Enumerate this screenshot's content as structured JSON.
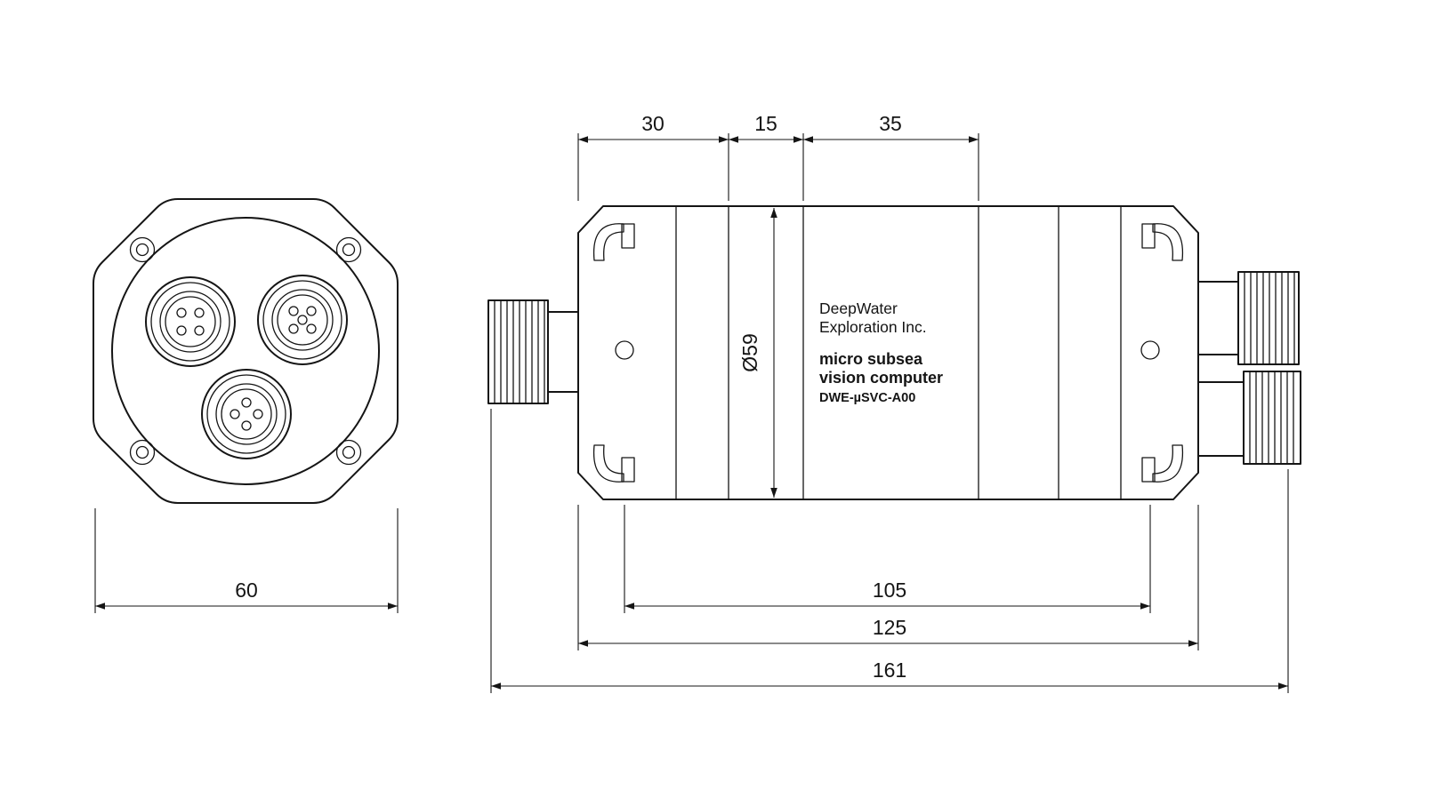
{
  "product_label": {
    "brand_line1": "DeepWater",
    "brand_line2": "Exploration Inc.",
    "name_line1": "micro subsea",
    "name_line2": "vision computer",
    "model": "DWE-µSVC-A00"
  },
  "dimensions": {
    "chain_1": "30",
    "chain_2": "15",
    "chain_3": "35",
    "body_diameter": "Ø59",
    "screw_spacing": "105",
    "body_length": "125",
    "overall_length": "161",
    "front_width": "60"
  },
  "colors": {
    "line": "#151515",
    "background": "#ffffff"
  }
}
